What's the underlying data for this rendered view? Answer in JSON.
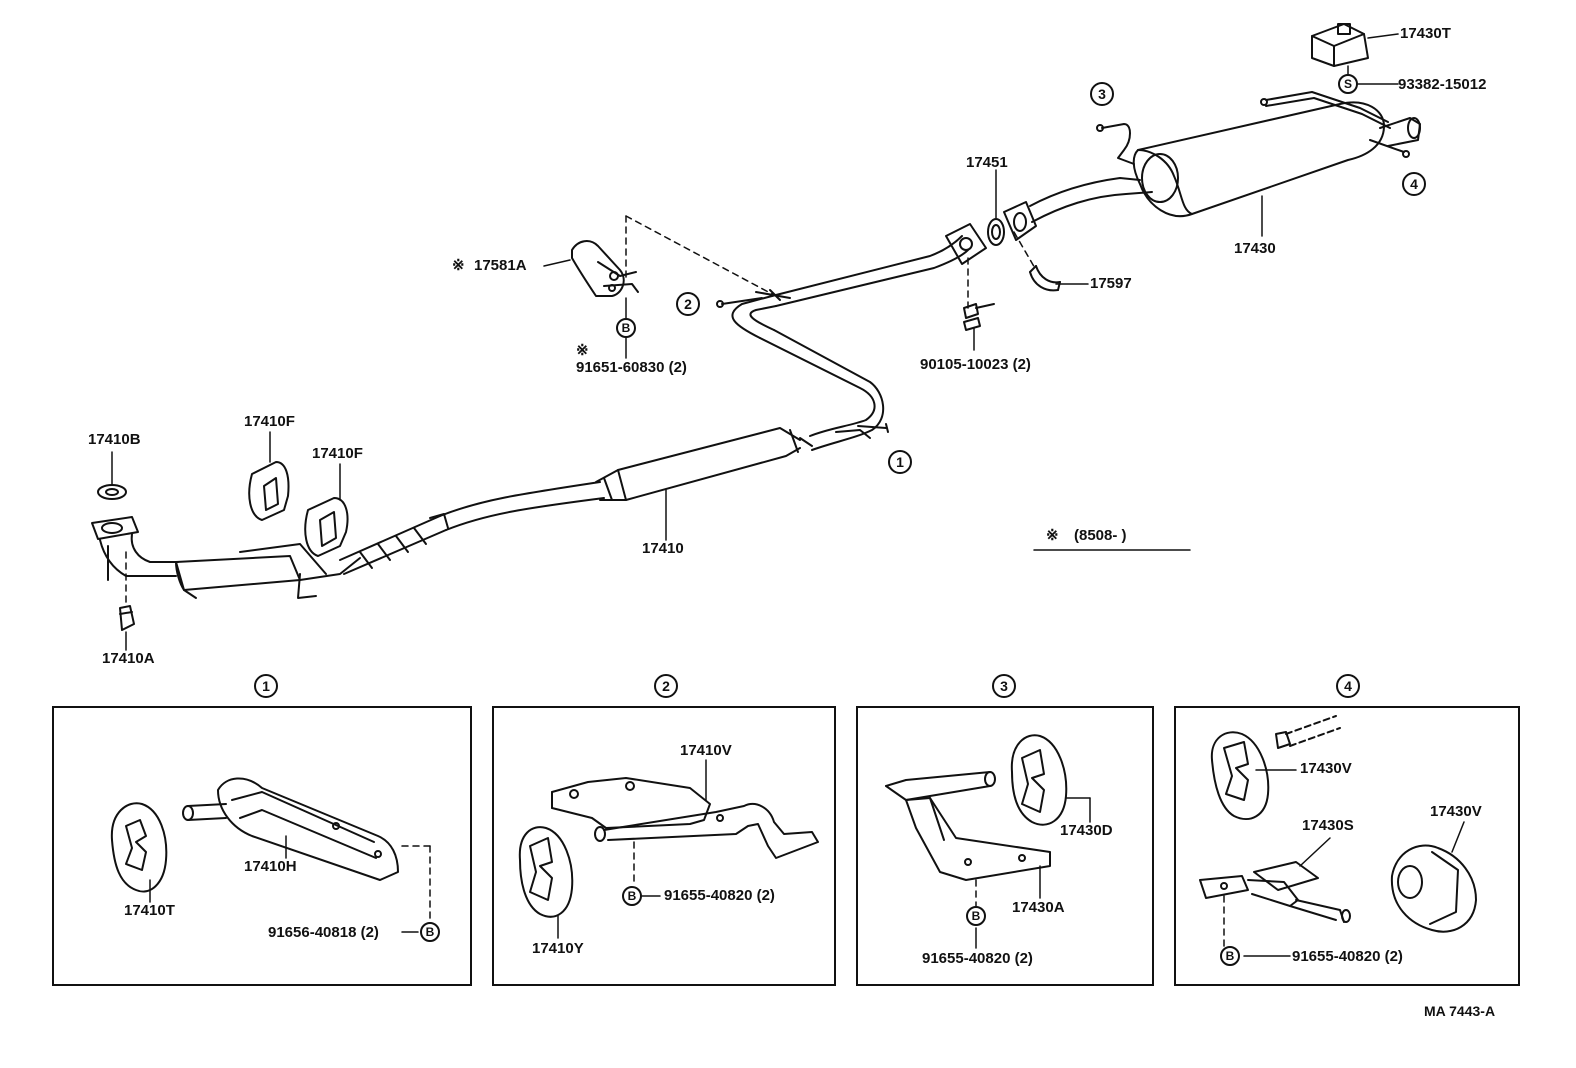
{
  "main_labels": {
    "p17430t": "17430T",
    "p93382": "93382-15012",
    "p17430": "17430",
    "p17451": "17451",
    "p17597": "17597",
    "p90105": "90105-10023 (2)",
    "p17581a": "17581A",
    "p91651": "91651-60830 (2)",
    "p17410b": "17410B",
    "p17410f_1": "17410F",
    "p17410f_2": "17410F",
    "p17410": "17410",
    "p17410a": "17410A",
    "date_note": "(8508-       )",
    "ref_code": "MA 7443-A"
  },
  "symbols": {
    "note_mark": "※",
    "bolt_b": "B",
    "bolt_s": "S"
  },
  "callouts": {
    "c1": "1",
    "c2": "2",
    "c3": "3",
    "c4": "4"
  },
  "detail_1": {
    "p17410h": "17410H",
    "p17410t": "17410T",
    "p91656": "91656-40818 (2)"
  },
  "detail_2": {
    "p17410v": "17410V",
    "p91655": "91655-40820 (2)",
    "p17410y": "17410Y"
  },
  "detail_3": {
    "p17430d": "17430D",
    "p17430a": "17430A",
    "p91655": "91655-40820 (2)"
  },
  "detail_4": {
    "p17430v_1": "17430V",
    "p17430s": "17430S",
    "p17430v_2": "17430V",
    "p91655": "91655-40820 (2)"
  },
  "colors": {
    "ink": "#111111",
    "paper": "#ffffff"
  }
}
